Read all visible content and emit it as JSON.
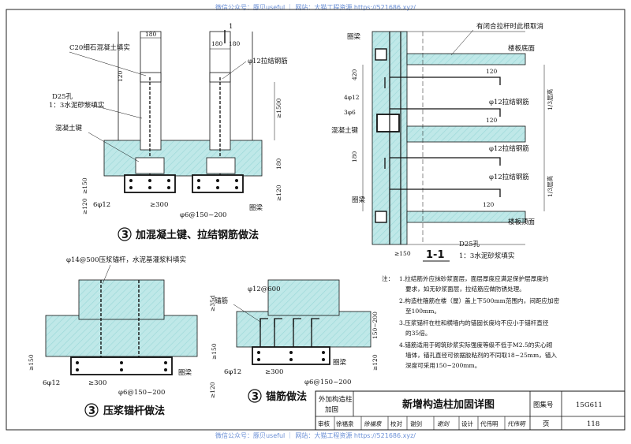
{
  "watermark_top": "微信公众号：豚贝useful ｜ 网站：大猫工程资源 https://521686.xyz/",
  "watermark_bottom": "微信公众号：豚贝useful ｜ 网站：大猫工程资源 https://521686.xyz/",
  "section_mark": "1",
  "d1": {
    "title_num": "3",
    "title": "加混凝土键、拉结钢筋做法",
    "lbl_c20": "C20细石混凝土填实",
    "lbl_d25": "D25孔",
    "lbl_mortar": "1：3水泥砂浆填实",
    "lbl_key": "混凝土键",
    "lbl_phi12": "φ12拉结钢筋",
    "dim_180": "180",
    "dim_180b": "180",
    "dim_180c": "180",
    "dim_120": "120",
    "dim_ge1500": "≥1500",
    "dim_150": "≥150",
    "dim_180v": "180",
    "dim_ge120a": "≥120",
    "dim_ge120b": "≥120",
    "lbl_6phi12": "6φ12",
    "lbl_ge300": "≥300",
    "lbl_stirrup": "φ6@150~200",
    "lbl_ring": "圈梁"
  },
  "d2": {
    "title_num": "3",
    "title": "压浆锚杆做法",
    "lbl_anchor": "φ14@500压浆锚杆，水泥基灌浆料填实",
    "dim_35d": "≥35d",
    "dim_150": "≥150",
    "dim_120": "≥120",
    "lbl_6phi12": "6φ12",
    "lbl_ge300": "≥300",
    "lbl_stirrup": "φ6@150~200",
    "lbl_ring": "圈梁"
  },
  "d3": {
    "title_num": "3",
    "title": "锚筋做法",
    "lbl_phi12": "φ12@600",
    "lbl_anchor": "锚筋",
    "dim_150": "≥150",
    "dim_ge120": "≥120",
    "dim_150_200": "150~200",
    "lbl_6phi12": "6φ12",
    "lbl_ge300": "≥300",
    "lbl_stirrup": "φ6@150~200",
    "lbl_ring": "圈梁"
  },
  "section": {
    "title": "1-1",
    "lbl_remove": "有闭合拉杆时此根取消",
    "lbl_ring_top": "圈梁",
    "lbl_slab_bottom": "楼板底面",
    "lbl_phi12_1": "φ12拉结钢筋",
    "lbl_phi12_2": "φ12拉结钢筋",
    "lbl_phi12_3": "φ12拉结钢筋",
    "lbl_key": "混凝土键",
    "lbl_ring_bot": "圈梁",
    "lbl_slab_top": "楼板顶面",
    "lbl_d25": "D25孔",
    "lbl_mortar": "1：3水泥砂浆填实",
    "dim_420": "420",
    "dim_4phi12": "4φ12",
    "dim_3phi6": "3φ6",
    "dim_180": "180",
    "dim_120a": "120",
    "dim_120b": "120",
    "dim_120c": "120",
    "dim_13a": "1/3层高",
    "dim_13b": "1/3层高",
    "dim_150": "≥150"
  },
  "notes": {
    "head": "注：",
    "n1a": "1.拉结筋外应抹砂浆面层，面层厚度应满足保护层厚度的",
    "n1b": "要求，如无砂浆面层，拉结筋应做防锈处理。",
    "n2a": "2.构造柱箍筋在楼（屋）盖上下500mm范围内，间距应加密",
    "n2b": "至100mm。",
    "n3a": "3.压浆锚杆在柱和横墙内的锚固长度均不应小于锚杆直径",
    "n3b": "的35倍。",
    "n4a": "4.锚筋适用于砌筑砂浆实际强度等级不低于M2.5的实心砌",
    "n4b": "墙体，锚孔直径可依据胶粘剂的不同取18~25mm，锚入",
    "n4c": "深度可采用150~200mm。"
  },
  "title_block": {
    "category": "外加构造柱",
    "category2": "加固",
    "drawing_title": "新增构造柱加固详图",
    "atlas_label": "图集号",
    "atlas_no": "15G611",
    "review_label": "审核",
    "reviewer": "徐福泉",
    "reviewer_sig": "徐福泉",
    "check_label": "校对",
    "checker": "谢剑",
    "checker_sig": "谢剑",
    "design_label": "设计",
    "designer": "代伟明",
    "designer_sig": "代伟明",
    "page_label": "页",
    "page_no": "118"
  },
  "colors": {
    "hatch": "#bfe8e8",
    "hatch_line": "#8fd0d0",
    "line": "#111111",
    "watermark": "#6a8fd6"
  }
}
